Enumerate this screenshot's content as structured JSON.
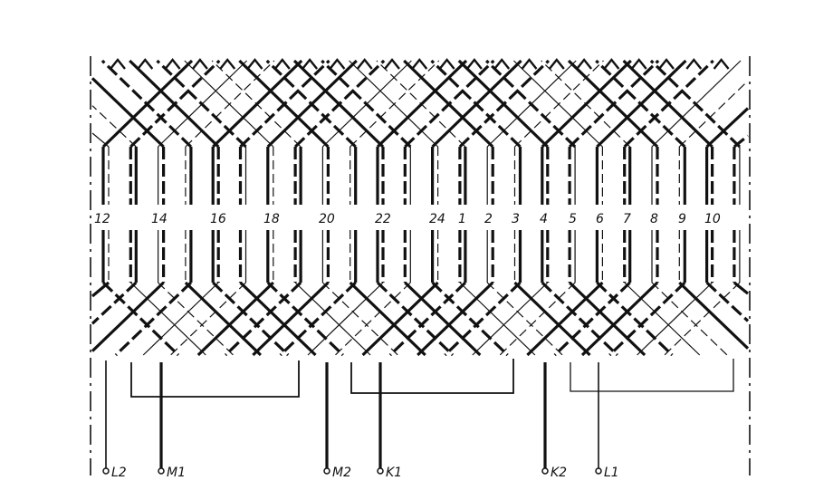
{
  "diagram": {
    "slot_numbers": [
      "12",
      "14",
      "16",
      "18",
      "20",
      "22",
      "24",
      "1",
      "2",
      "3",
      "4",
      "5",
      "6",
      "7",
      "8",
      "9",
      "10"
    ],
    "terminals": [
      "L2",
      "M1",
      "M2",
      "K1",
      "K2",
      "L1"
    ],
    "colors": {
      "ink": "#111111",
      "background": "#ffffff"
    }
  }
}
